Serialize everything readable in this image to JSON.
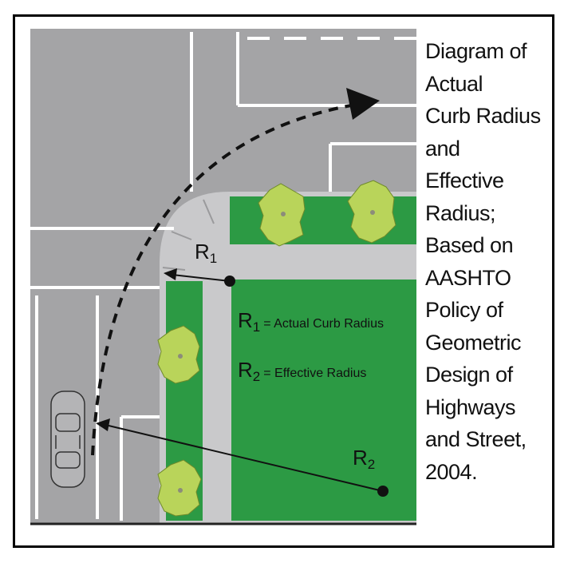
{
  "caption": {
    "lines": [
      "Diagram of",
      "Actual",
      "Curb Radius",
      "and",
      "Effective",
      "Radius;",
      "Based on",
      "AASHTO",
      "Policy of",
      "Geometric",
      "Design of",
      "Highways",
      "and Street,",
      "2004."
    ]
  },
  "labels": {
    "r1": "R",
    "r1_sub": "1",
    "r2": "R",
    "r2_sub": "2",
    "legend_r1_sym": "R",
    "legend_r1_sub": "1",
    "legend_r1_text": "= Actual Curb Radius",
    "legend_r2_sym": "R",
    "legend_r2_sub": "2",
    "legend_r2_text": "= Effective Radius"
  },
  "colors": {
    "road": "#a4a4a6",
    "sidewalk": "#c9c9cb",
    "grass": "#2c9a44",
    "tree": "#b9d45a",
    "tree_dot": "#8c8c7a",
    "lane_line": "#ffffff",
    "arrow": "#111111"
  }
}
